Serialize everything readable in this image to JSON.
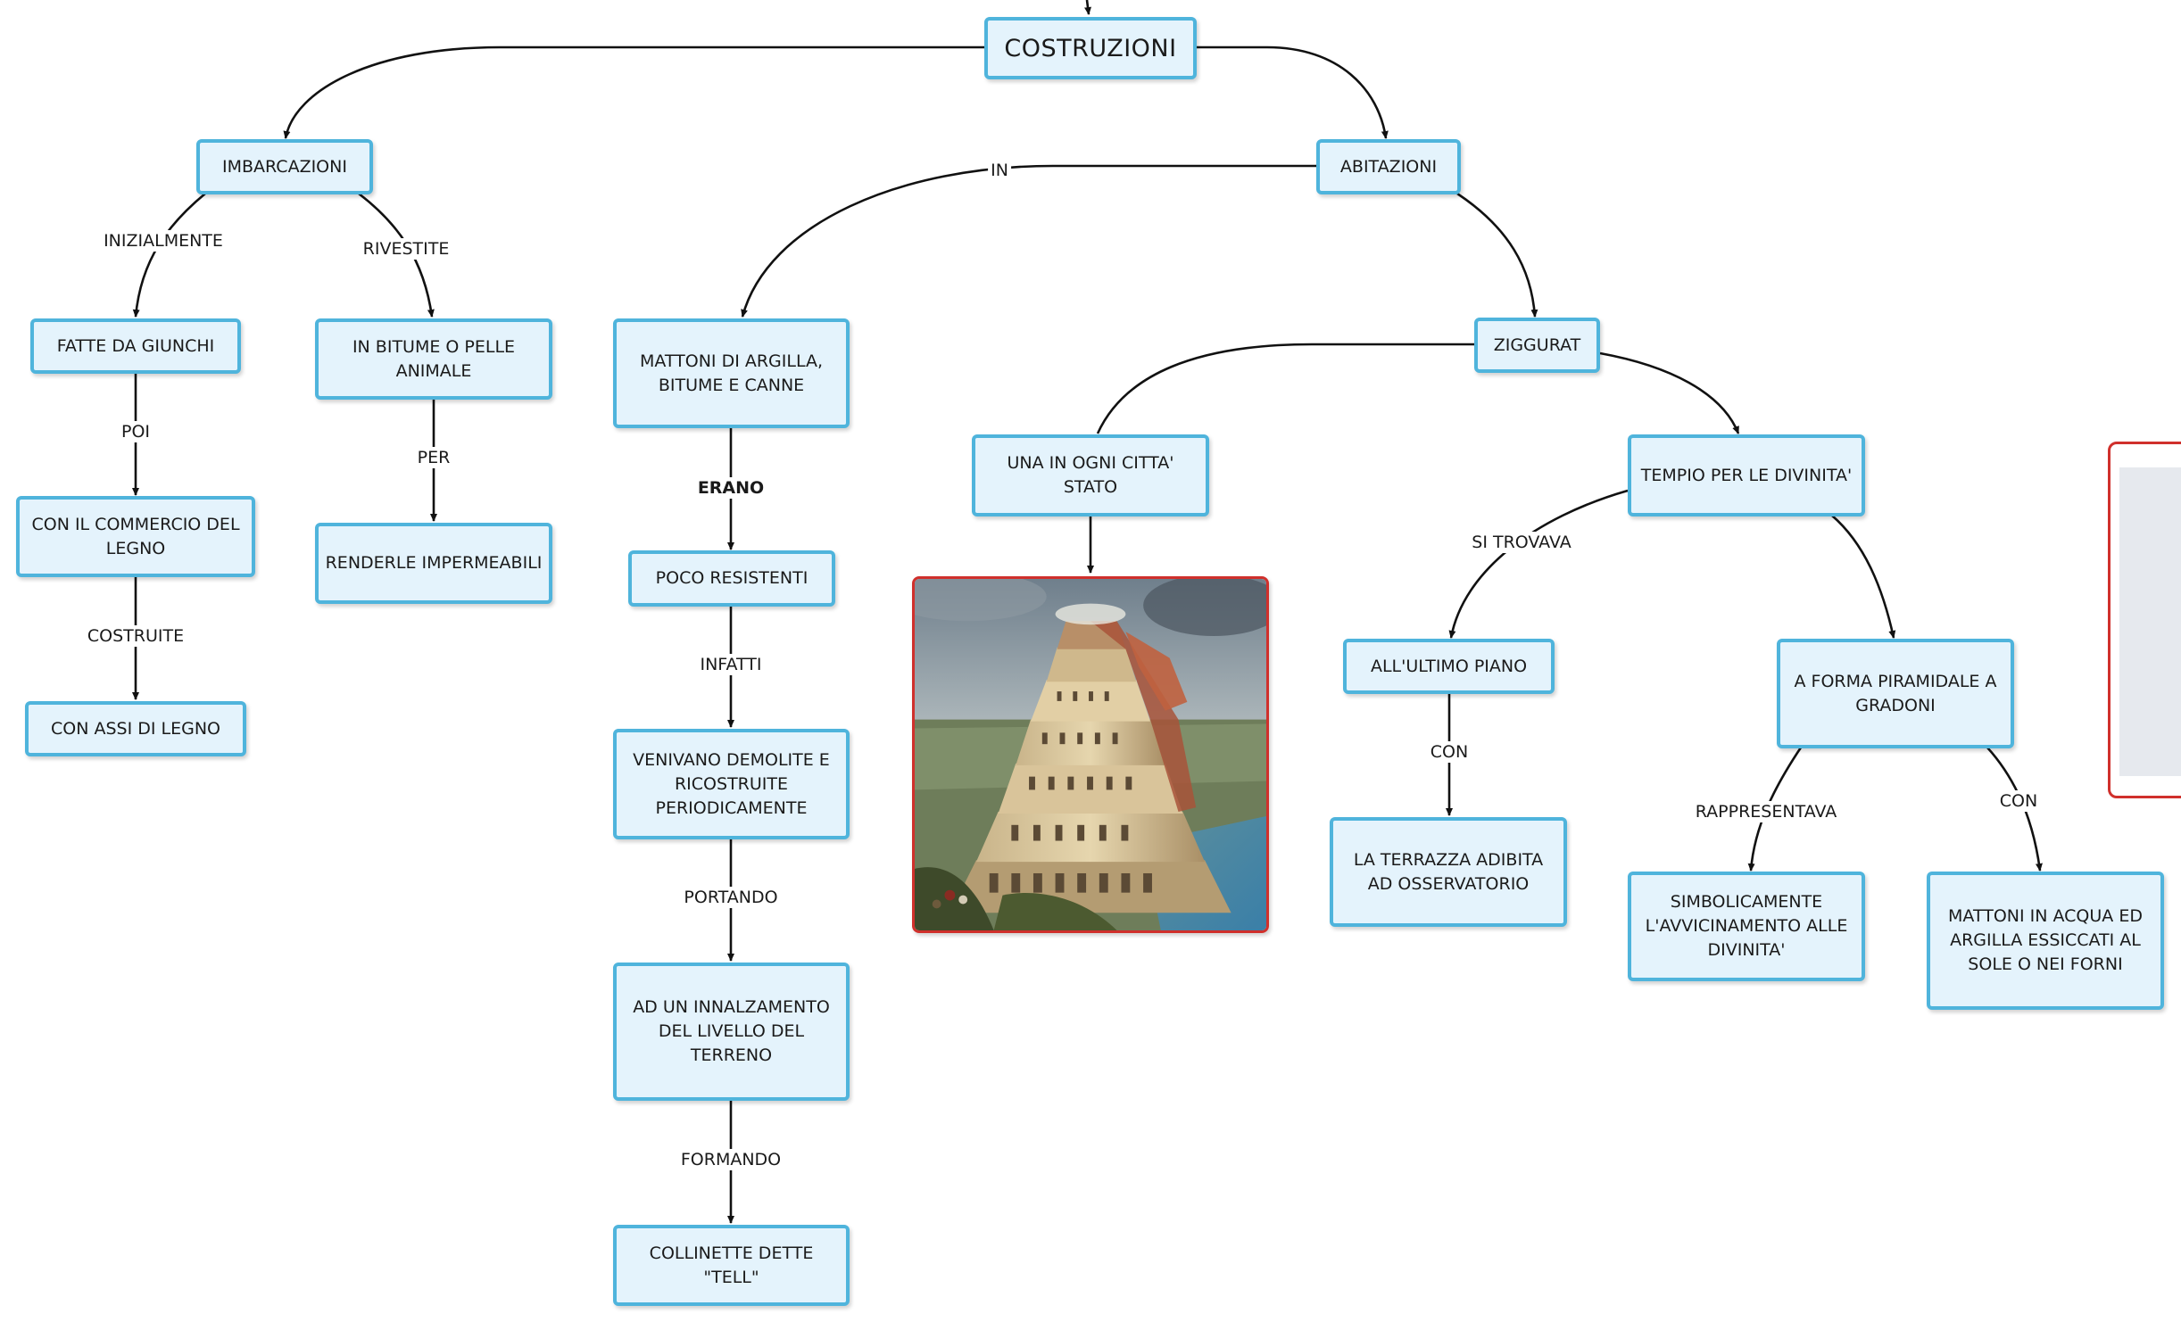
{
  "root": "COSTRUZIONI",
  "nodes": {
    "imbarcazioni": "IMBARCAZIONI",
    "abitazioni": "ABITAZIONI",
    "giunchi": "FATTE DA GIUNCHI",
    "bitume_pelle": "IN BITUME O PELLE ANIMALE",
    "commercio": "CON IL COMMERCIO DEL LEGNO",
    "impermeabili": "RENDERLE IMPERMEABILI",
    "assi": "CON ASSI DI LEGNO",
    "mattoni": "MATTONI DI ARGILLA, BITUME E CANNE",
    "poco_resistenti": "POCO RESISTENTI",
    "demolite": "VENIVANO DEMOLITE E RICOSTRUITE PERIODICAMENTE",
    "innalzamento": "AD UN INNALZAMENTO DEL LIVELLO DEL TERRENO",
    "tell": "COLLINETTE DETTE \"TELL\"",
    "ziggurat": "ZIGGURAT",
    "citta_stato": "UNA IN OGNI CITTA' STATO",
    "tempio": "TEMPIO PER LE DIVINITA'",
    "ultimo_piano": "ALL'ULTIMO PIANO",
    "terrazza": "LA TERRAZZA ADIBITA AD OSSERVATORIO",
    "piramidale": "A FORMA PIRAMIDALE A GRADONI",
    "simbolicamente": "SIMBOLICAMENTE L'AVVICINAMENTO ALLE DIVINITA'",
    "mattoni_acqua": "MATTONI IN ACQUA ED ARGILLA ESSICCATI AL SOLE O NEI FORNI"
  },
  "links": {
    "inizialmente": "INIZIALMENTE",
    "rivestite": "RIVESTITE",
    "poi": "POI",
    "per": "PER",
    "costruite": "COSTRUITE",
    "in": "IN",
    "erano": "ERANO",
    "infatti": "INFATTI",
    "portando": "PORTANDO",
    "formando": "FORMANDO",
    "si_trovava": "SI TROVAVA",
    "con_1": "CON",
    "rappresentava": "RAPPRESENTAVA",
    "con_2": "CON"
  },
  "image": {
    "name": "tower-of-babel-painting"
  },
  "colors": {
    "node_fill": "#e4f3fc",
    "node_border": "#4fb4dc",
    "image_border": "#d0302c",
    "connector": "#111111"
  }
}
